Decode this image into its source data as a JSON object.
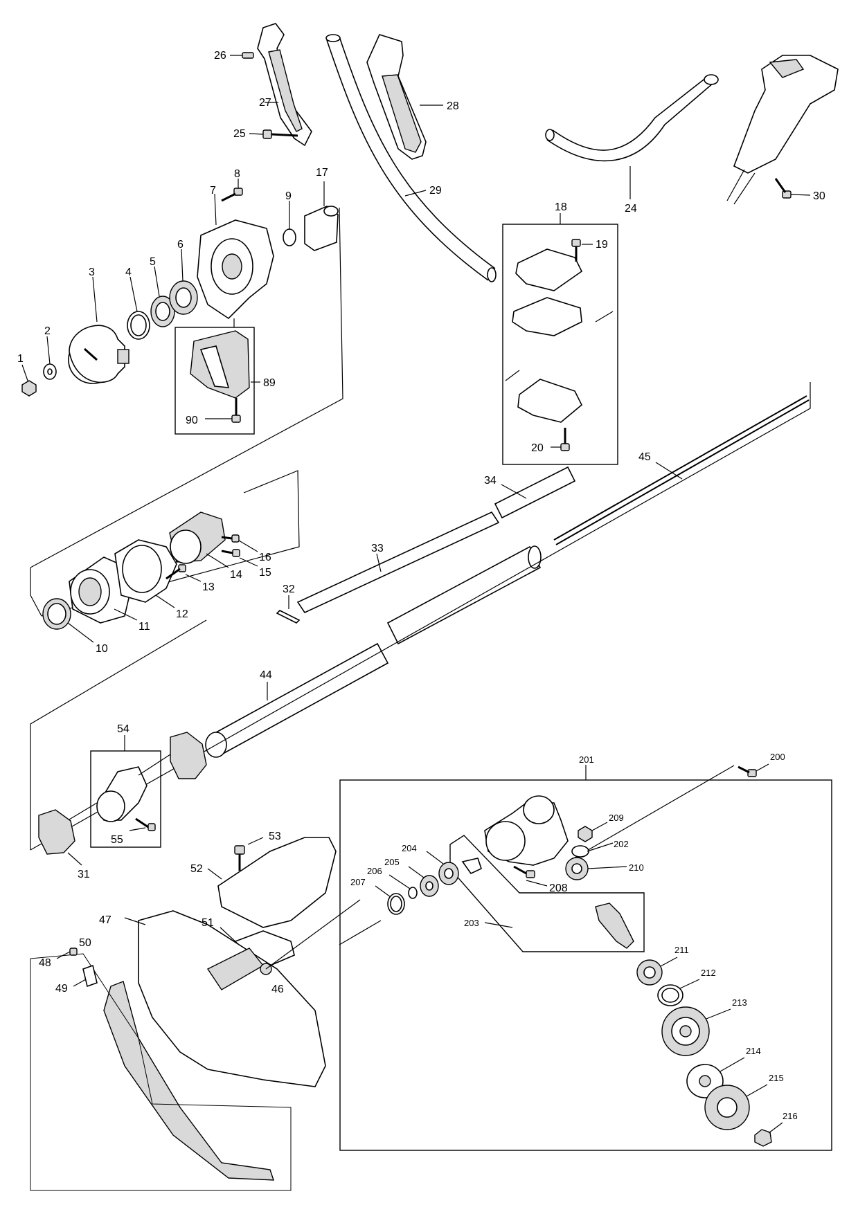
{
  "parts": {
    "p1": "1",
    "p2": "2",
    "p3": "3",
    "p4": "4",
    "p5": "5",
    "p6": "6",
    "p7": "7",
    "p8": "8",
    "p9": "9",
    "p10": "10",
    "p11": "11",
    "p12": "12",
    "p13": "13",
    "p14": "14",
    "p15": "15",
    "p16": "16",
    "p17": "17",
    "p18": "18",
    "p19": "19",
    "p20": "20",
    "p24": "24",
    "p25": "25",
    "p26": "26",
    "p27": "27",
    "p28": "28",
    "p29": "29",
    "p30": "30",
    "p31": "31",
    "p32": "32",
    "p33": "33",
    "p34": "34",
    "p44": "44",
    "p45": "45",
    "p46": "46",
    "p47": "47",
    "p48": "48",
    "p49": "49",
    "p50": "50",
    "p51": "51",
    "p52": "52",
    "p53": "53",
    "p54": "54",
    "p55": "55",
    "p89": "89",
    "p90": "90",
    "p200": "200",
    "p201": "201",
    "p202": "202",
    "p203": "203",
    "p204": "204",
    "p205": "205",
    "p206": "206",
    "p207": "207",
    "p208": "208",
    "p209": "209",
    "p210": "210",
    "p211": "211",
    "p212": "212",
    "p213": "213",
    "p214": "214",
    "p215": "215",
    "p216": "216"
  }
}
